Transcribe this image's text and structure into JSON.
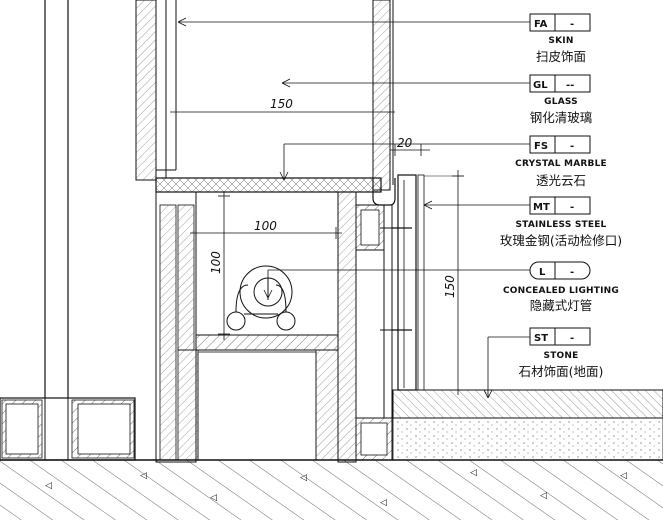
{
  "callouts": [
    {
      "code": "FA",
      "suffix": "-",
      "name_en": "SKIN",
      "name_zh": "扫皮饰面"
    },
    {
      "code": "GL",
      "suffix": "--",
      "name_en": "GLASS",
      "name_zh": "钢化清玻璃"
    },
    {
      "code": "FS",
      "suffix": "-",
      "name_en": "CRYSTAL MARBLE",
      "name_zh": "透光云石"
    },
    {
      "code": "MT",
      "suffix": "-",
      "name_en": "STAINLESS STEEL",
      "name_zh": "玫瑰金钢(活动检修口)"
    },
    {
      "code": "L",
      "suffix": "-",
      "name_en": "CONCEALED LIGHTING",
      "name_zh": "隐藏式灯管"
    },
    {
      "code": "ST",
      "suffix": "-",
      "name_en": "STONE",
      "name_zh": "石材饰面(地面)"
    }
  ],
  "dimensions": {
    "top_width": "150",
    "gap": "20",
    "box_width": "100",
    "box_height": "100",
    "panel_height": "150"
  }
}
